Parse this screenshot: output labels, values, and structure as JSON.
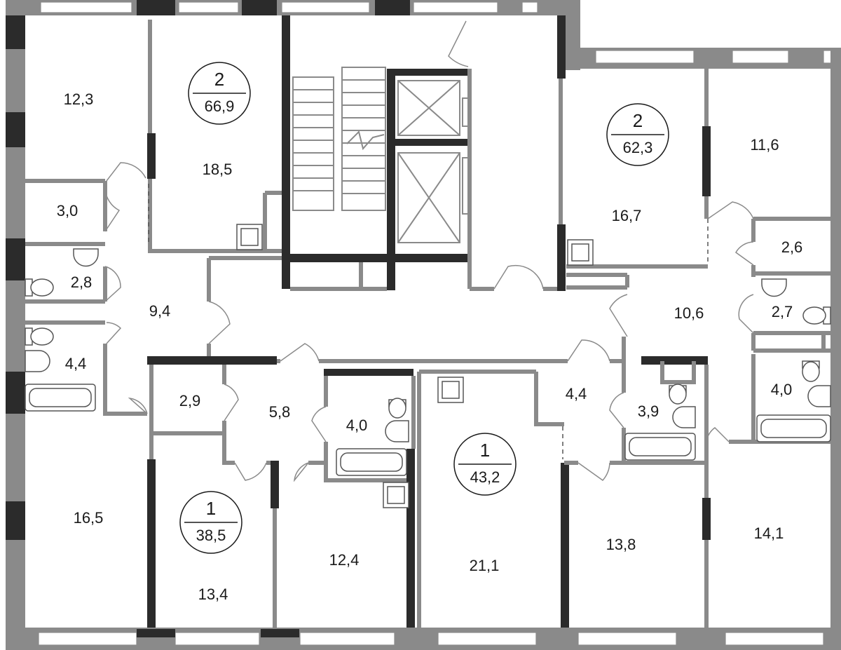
{
  "colors": {
    "wall": "#8a8a8a",
    "wall_dark": "#2b2b2b",
    "text": "#1a1a1a",
    "background": "#ffffff"
  },
  "apartments": [
    {
      "rooms": "2",
      "area": "66,9"
    },
    {
      "rooms": "2",
      "area": "62,3"
    },
    {
      "rooms": "1",
      "area": "38,5"
    },
    {
      "rooms": "1",
      "area": "43,2"
    }
  ],
  "rooms": [
    "12,3",
    "18,5",
    "3,0",
    "2,8",
    "9,4",
    "4,4",
    "16,7",
    "11,6",
    "2,6",
    "2,7",
    "10,6",
    "4,0",
    "2,9",
    "5,8",
    "4,0",
    "4,4",
    "3,9",
    "16,5",
    "13,4",
    "12,4",
    "21,1",
    "13,8",
    "14,1"
  ]
}
